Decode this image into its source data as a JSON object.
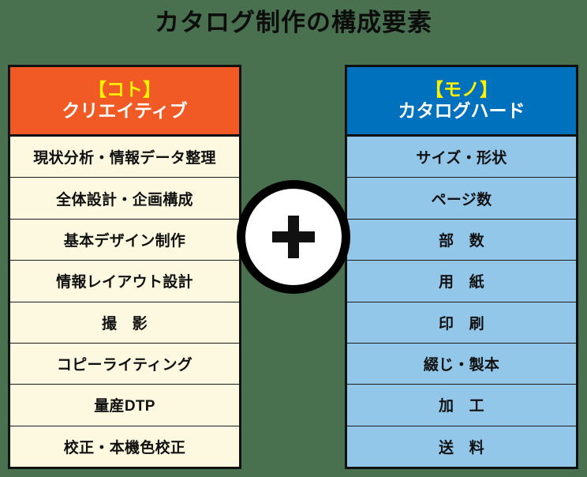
{
  "title": "カタログ制作の構成要素",
  "background_color": "#497150",
  "connector": {
    "icon": "plus-icon",
    "symbol": "+",
    "disc_color": "#FFFFFF",
    "ring_color": "#000000",
    "glyph_color": "#111111"
  },
  "columns": [
    {
      "id": "koto",
      "tag": "【コト】",
      "name": "クリエイティブ",
      "header_bg": "#F15A24",
      "tag_color": "#FFF200",
      "name_color": "#FFFFFF",
      "row_bg": "#FDF8E0",
      "border_color": "#111111",
      "rows": [
        "現状分析・情報データ整理",
        "全体設計・企画構成",
        "基本デザイン制作",
        "情報レイアウト設計",
        "撮　影",
        "コピーライティング",
        "量産DTP",
        "校正・本機色校正"
      ]
    },
    {
      "id": "mono",
      "tag": "【モノ】",
      "name": "カタログハード",
      "header_bg": "#0071BC",
      "tag_color": "#FFF200",
      "name_color": "#FFFFFF",
      "row_bg": "#92C7EA",
      "border_color": "#111111",
      "rows": [
        "サイズ・形状",
        "ページ数",
        "部　数",
        "用　紙",
        "印　刷",
        "綴じ・製本",
        "加　工",
        "送　料"
      ]
    }
  ]
}
